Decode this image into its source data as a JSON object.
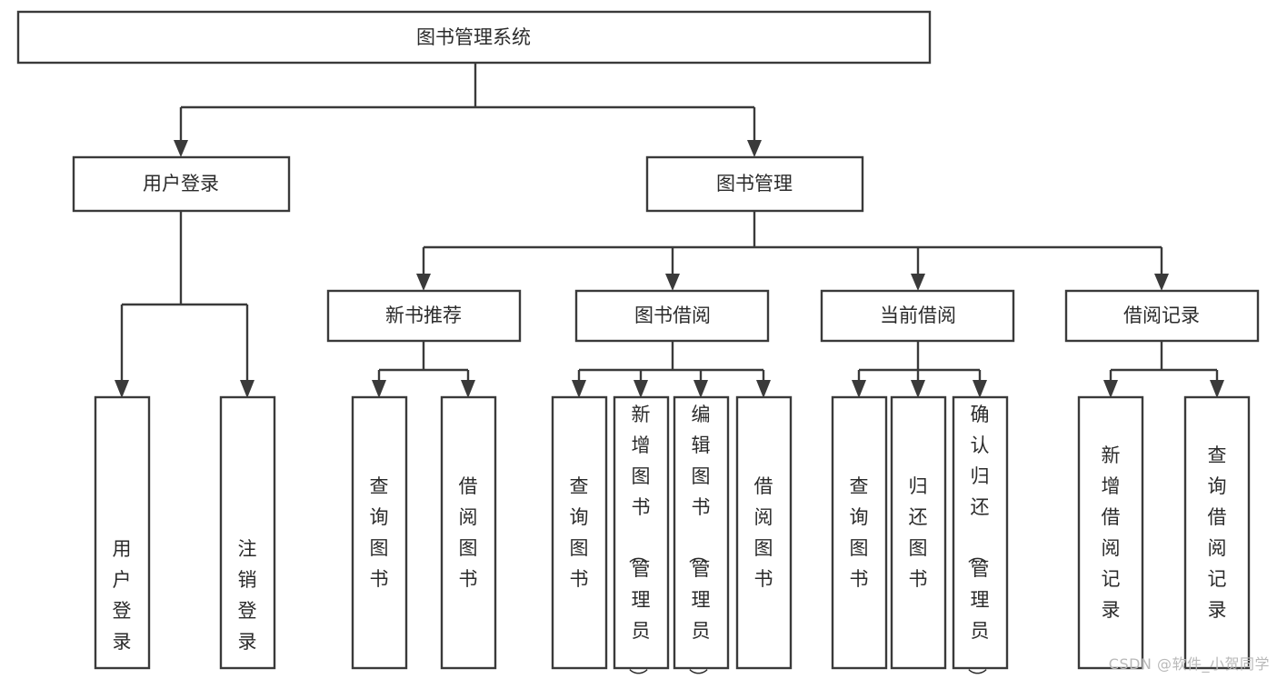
{
  "diagram": {
    "title": "图书管理系统",
    "type": "tree",
    "orientation": "top-down",
    "stroke_color": "#3a3a3a",
    "fill_color": "#ffffff",
    "text_color": "#2b2b2b",
    "background": "#ffffff"
  },
  "watermark": {
    "text": "CSDN @软件_小贺同学",
    "color": "#b9b9b9"
  },
  "nodes": {
    "root": {
      "label": "图书管理系统",
      "level": 1,
      "orientation": "horizontal"
    },
    "user_login": {
      "label": "用户登录",
      "level": 2,
      "orientation": "horizontal"
    },
    "book_manage": {
      "label": "图书管理",
      "level": 2,
      "orientation": "horizontal"
    },
    "new_book_rec": {
      "label": "新书推荐",
      "level": 3,
      "orientation": "horizontal"
    },
    "book_borrow": {
      "label": "图书借阅",
      "level": 3,
      "orientation": "horizontal"
    },
    "current_borrow": {
      "label": "当前借阅",
      "level": 3,
      "orientation": "horizontal"
    },
    "borrow_record": {
      "label": "借阅记录",
      "level": 3,
      "orientation": "horizontal"
    },
    "leaf_user_login": {
      "label": "用户登录",
      "level": 4,
      "orientation": "vertical",
      "align": "bottom"
    },
    "leaf_user_logout": {
      "label": "注销登录",
      "level": 4,
      "orientation": "vertical",
      "align": "bottom"
    },
    "leaf_query_book_1": {
      "label": "查询图书",
      "level": 4,
      "orientation": "vertical",
      "align": "middle"
    },
    "leaf_borrow_book_1": {
      "label": "借阅图书",
      "level": 4,
      "orientation": "vertical",
      "align": "middle"
    },
    "leaf_query_book_2": {
      "label": "查询图书",
      "level": 4,
      "orientation": "vertical",
      "align": "middle"
    },
    "leaf_add_book": {
      "label": "新增图书（管理员）",
      "level": 4,
      "orientation": "vertical",
      "align": "top"
    },
    "leaf_edit_book": {
      "label": "编辑图书（管理员）",
      "level": 4,
      "orientation": "vertical",
      "align": "top"
    },
    "leaf_borrow_book_2": {
      "label": "借阅图书",
      "level": 4,
      "orientation": "vertical",
      "align": "middle"
    },
    "leaf_query_book_3": {
      "label": "查询图书",
      "level": 4,
      "orientation": "vertical",
      "align": "middle"
    },
    "leaf_return_book": {
      "label": "归还图书",
      "level": 4,
      "orientation": "vertical",
      "align": "middle"
    },
    "leaf_confirm_return": {
      "label": "确认归还（管理员）",
      "level": 4,
      "orientation": "vertical",
      "align": "top"
    },
    "leaf_add_record": {
      "label": "新增借阅记录",
      "level": 4,
      "orientation": "vertical",
      "align": "middle"
    },
    "leaf_query_record": {
      "label": "查询借阅记录",
      "level": 4,
      "orientation": "vertical",
      "align": "middle"
    }
  },
  "edges": [
    {
      "from": "root",
      "to": "user_login"
    },
    {
      "from": "root",
      "to": "book_manage"
    },
    {
      "from": "user_login",
      "to": "leaf_user_login"
    },
    {
      "from": "user_login",
      "to": "leaf_user_logout"
    },
    {
      "from": "book_manage",
      "to": "new_book_rec"
    },
    {
      "from": "book_manage",
      "to": "book_borrow"
    },
    {
      "from": "book_manage",
      "to": "current_borrow"
    },
    {
      "from": "book_manage",
      "to": "borrow_record"
    },
    {
      "from": "new_book_rec",
      "to": "leaf_query_book_1"
    },
    {
      "from": "new_book_rec",
      "to": "leaf_borrow_book_1"
    },
    {
      "from": "book_borrow",
      "to": "leaf_query_book_2"
    },
    {
      "from": "book_borrow",
      "to": "leaf_add_book"
    },
    {
      "from": "book_borrow",
      "to": "leaf_edit_book"
    },
    {
      "from": "book_borrow",
      "to": "leaf_borrow_book_2"
    },
    {
      "from": "current_borrow",
      "to": "leaf_query_book_3"
    },
    {
      "from": "current_borrow",
      "to": "leaf_return_book"
    },
    {
      "from": "current_borrow",
      "to": "leaf_confirm_return"
    },
    {
      "from": "borrow_record",
      "to": "leaf_add_record"
    },
    {
      "from": "borrow_record",
      "to": "leaf_query_record"
    }
  ]
}
